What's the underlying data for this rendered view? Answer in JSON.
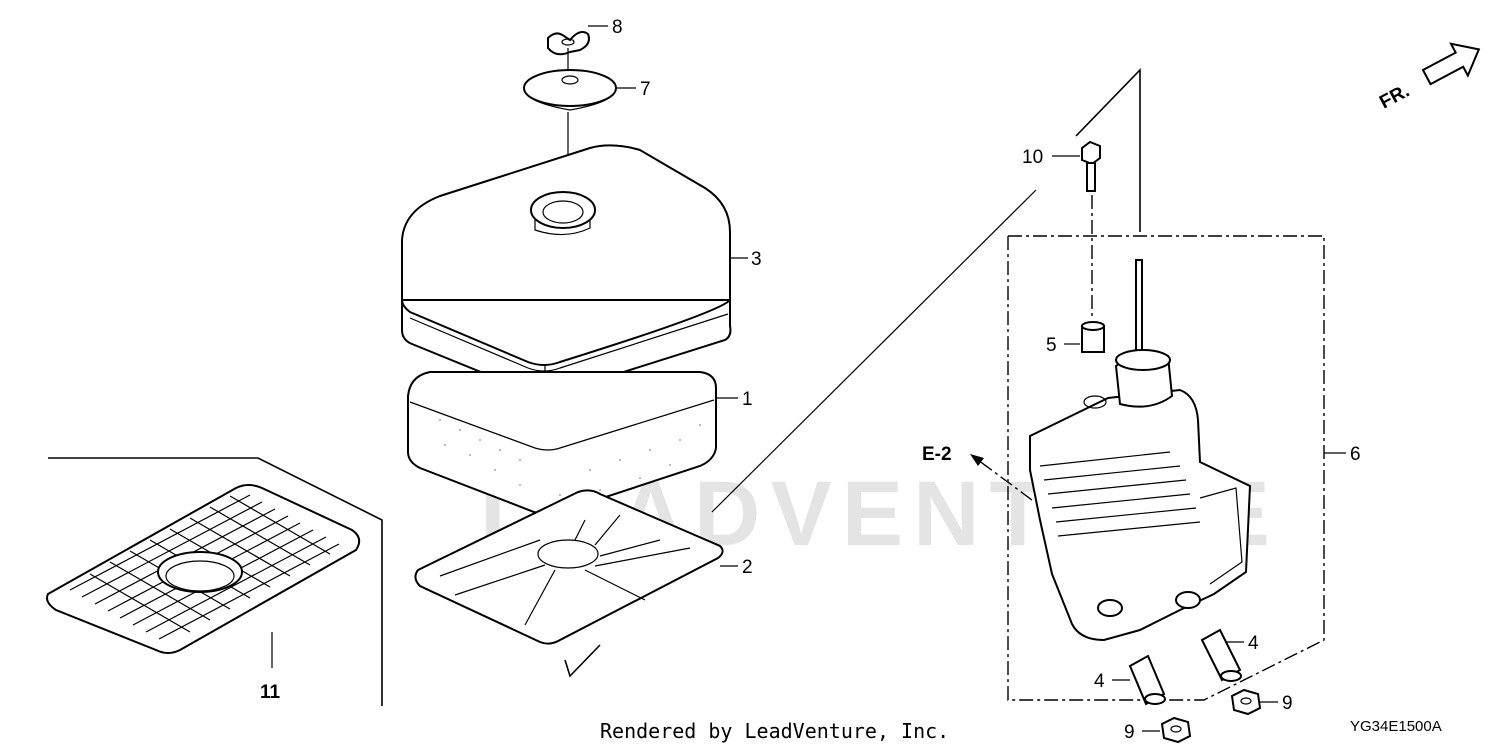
{
  "callouts": {
    "p1": "1",
    "p2": "2",
    "p3": "3",
    "p4a": "4",
    "p4b": "4",
    "p5": "5",
    "p6": "6",
    "p7": "7",
    "p8": "8",
    "p9a": "9",
    "p9b": "9",
    "p10": "10",
    "p11": "11"
  },
  "reference": "E-2",
  "direction": "FR.",
  "footer": "Rendered by LeadVenture, Inc.",
  "diagram_code": "YG34E1500A",
  "watermark": "LEADVENTURE"
}
